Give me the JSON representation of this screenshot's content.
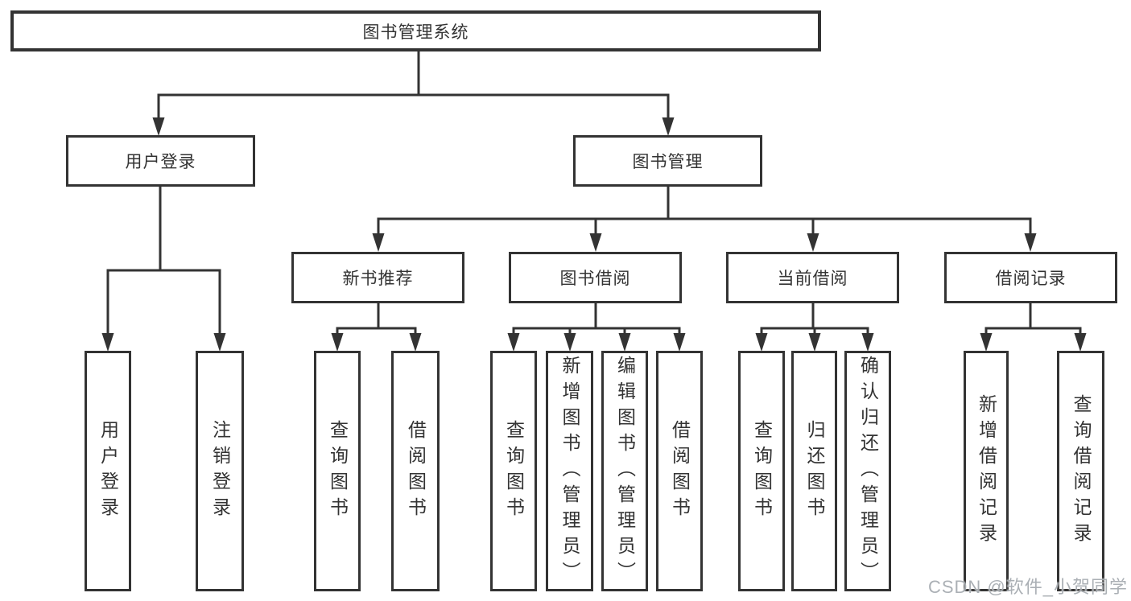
{
  "diagram": {
    "root": {
      "label": "图书管理系统"
    },
    "branches": [
      {
        "label": "用户登录",
        "children": [
          {
            "label": "用户登录"
          },
          {
            "label": "注销登录"
          }
        ]
      },
      {
        "label": "图书管理",
        "children": [
          {
            "label": "新书推荐",
            "children": [
              {
                "label": "查询图书"
              },
              {
                "label": "借阅图书"
              }
            ]
          },
          {
            "label": "图书借阅",
            "children": [
              {
                "label": "查询图书"
              },
              {
                "label": "新增图书（管理员）"
              },
              {
                "label": "编辑图书（管理员）"
              },
              {
                "label": "借阅图书"
              }
            ]
          },
          {
            "label": "当前借阅",
            "children": [
              {
                "label": "查询图书"
              },
              {
                "label": "归还图书"
              },
              {
                "label": "确认归还（管理员）"
              }
            ]
          },
          {
            "label": "借阅记录",
            "children": [
              {
                "label": "新增借阅记录"
              },
              {
                "label": "查询借阅记录"
              }
            ]
          }
        ]
      }
    ],
    "watermark": "CSDN @软件_小贺同学",
    "colors": {
      "line": "#333333",
      "box_border": "#333333",
      "text": "#333333",
      "watermark": "#a4a9af",
      "background": "#ffffff"
    }
  }
}
